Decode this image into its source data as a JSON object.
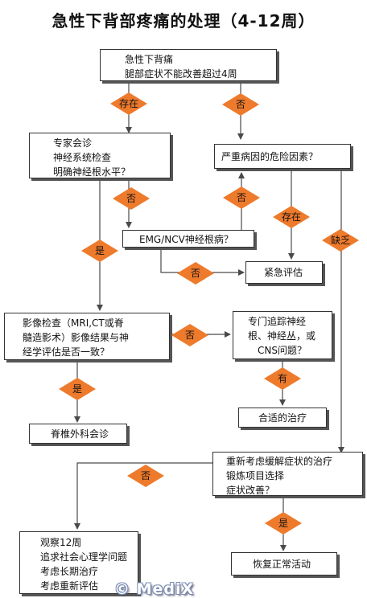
{
  "title": "急性下背部疼痛的处理（4-12周）",
  "nodes": {
    "start": [
      "急性下背痛",
      "腿部症状不能改善超过4周"
    ],
    "specialist": [
      "专家会诊",
      "神经系统检查",
      "明确神经根水平？"
    ],
    "danger": [
      "严重病因的危险因素？"
    ],
    "emg": [
      "EMG/NCV神经根病？"
    ],
    "urgent": [
      "紧急评估"
    ],
    "imaging": [
      "影像检查（MRI,CT或脊",
      "髓造影术）影像结果与神",
      "经学评估是否一致？"
    ],
    "trace": [
      "专门追踪神经",
      "根、神经丛，或",
      "CNS问题？"
    ],
    "spine_consult": [
      "脊椎外科会诊"
    ],
    "proper_treatment": [
      "合适的治疗"
    ],
    "reconsider": [
      "重新考虑缓解症状的治疗",
      "锻炼项目选择",
      "症状改善？"
    ],
    "observe": [
      "观察12周",
      "追求社会心理学问题",
      "考虑长期治疗",
      "考虑重新评估"
    ],
    "resume": [
      "恢复正常活动"
    ]
  },
  "decisions": {
    "exists_1": "存在",
    "no_1": "否",
    "no_2": "否",
    "no_3": "否",
    "exists_2": "存在",
    "lack": "缺乏",
    "yes_1": "是",
    "no_4": "否",
    "no_5": "否",
    "has": "有",
    "yes_2": "是",
    "no_6": "否",
    "yes_3": "是"
  },
  "watermark": "© MediX",
  "colors": {
    "decision_fill": "#ee7a2c",
    "line": "#4a4a4a",
    "box_border": "#333333"
  }
}
